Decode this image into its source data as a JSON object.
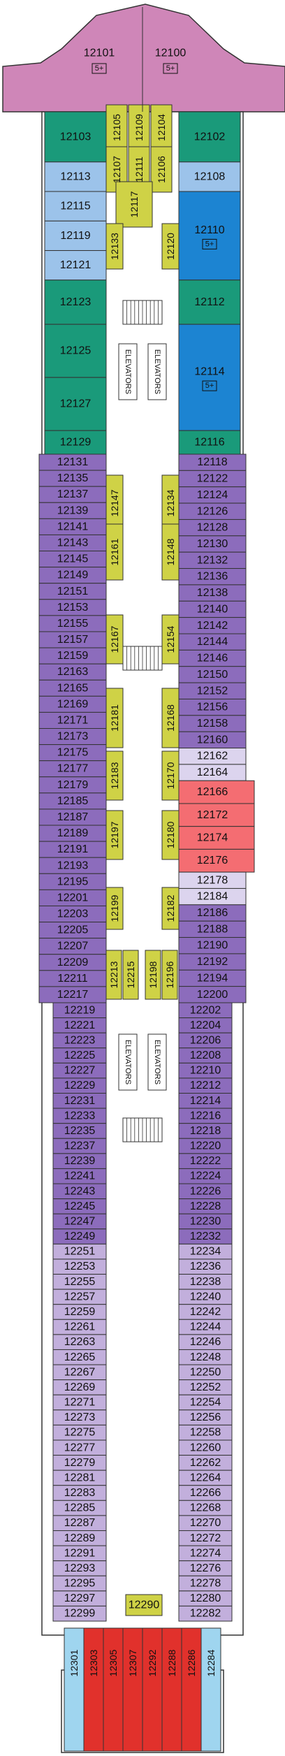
{
  "badges": {
    "five_plus": "5+"
  },
  "elevators_label": "ELEVATORS",
  "colors": {
    "hull": "#cf86b8",
    "teal": "#1a9a7a",
    "lightblue": "#9cc3ea",
    "blue": "#1c84d2",
    "purple": "#8c6cbc",
    "lilac": "#c2afdc",
    "lightlilac": "#dcd4ee",
    "red": "#f46d72",
    "yellow": "#cfd246",
    "stern": "#e1312c",
    "sternblue": "#9fd5ef",
    "corridor": "#ffffff",
    "outline": "#333333",
    "icon": "#111111"
  },
  "bow_suites": [
    {
      "label": "12101",
      "badge": "5+"
    },
    {
      "label": "12100",
      "badge": "5+"
    }
  ],
  "forward_left": [
    {
      "label": "12103",
      "color": "teal",
      "span": 1.7
    },
    {
      "label": "12113",
      "color": "lightblue",
      "span": 1
    },
    {
      "label": "12115",
      "color": "lightblue",
      "span": 1
    },
    {
      "label": "12119",
      "color": "lightblue",
      "span": 1
    },
    {
      "label": "12121",
      "color": "lightblue",
      "span": 1
    },
    {
      "label": "12123",
      "color": "teal",
      "span": 1.5
    },
    {
      "label": "12125",
      "color": "teal",
      "span": 1.8
    },
    {
      "label": "12127",
      "color": "teal",
      "span": 1.8
    },
    {
      "label": "12129",
      "color": "teal",
      "span": 0.8
    }
  ],
  "forward_right": [
    {
      "label": "12102",
      "color": "teal",
      "span": 1.7
    },
    {
      "label": "12108",
      "color": "lightblue",
      "span": 1
    },
    {
      "label": "12110",
      "color": "blue",
      "span": 3,
      "badge": "5+"
    },
    {
      "label": "12112",
      "color": "teal",
      "span": 1.5
    },
    {
      "label": "12114",
      "color": "blue",
      "span": 3.6,
      "badge": "5+"
    },
    {
      "label": "12116",
      "color": "teal",
      "span": 0.8
    }
  ],
  "mid_left": [
    "12131",
    "12135",
    "12137",
    "12139",
    "12141",
    "12143",
    "12145",
    "12149",
    "12151",
    "12153",
    "12155",
    "12157",
    "12159",
    "12163",
    "12165",
    "12169",
    "12171",
    "12173",
    "12175",
    "12177",
    "12179",
    "12185",
    "12187",
    "12189",
    "12191",
    "12193",
    "12195",
    "12201",
    "12203",
    "12205",
    "12207",
    "12209",
    "12211",
    "12217"
  ],
  "mid_right": [
    {
      "label": "12118",
      "color": "purple"
    },
    {
      "label": "12122",
      "color": "purple"
    },
    {
      "label": "12124",
      "color": "purple"
    },
    {
      "label": "12126",
      "color": "purple"
    },
    {
      "label": "12128",
      "color": "purple"
    },
    {
      "label": "12130",
      "color": "purple"
    },
    {
      "label": "12132",
      "color": "purple"
    },
    {
      "label": "12136",
      "color": "purple"
    },
    {
      "label": "12138",
      "color": "purple"
    },
    {
      "label": "12140",
      "color": "purple"
    },
    {
      "label": "12142",
      "color": "purple"
    },
    {
      "label": "12144",
      "color": "purple"
    },
    {
      "label": "12146",
      "color": "purple"
    },
    {
      "label": "12150",
      "color": "purple"
    },
    {
      "label": "12152",
      "color": "purple"
    },
    {
      "label": "12156",
      "color": "purple"
    },
    {
      "label": "12158",
      "color": "purple"
    },
    {
      "label": "12160",
      "color": "purple"
    },
    {
      "label": "12162",
      "color": "lightlilac"
    },
    {
      "label": "12164",
      "color": "lightlilac"
    },
    {
      "label": "12166",
      "color": "red",
      "span": 1.4
    },
    {
      "label": "12172",
      "color": "red",
      "span": 1.4
    },
    {
      "label": "12174",
      "color": "red",
      "span": 1.4
    },
    {
      "label": "12176",
      "color": "red",
      "span": 1.4
    },
    {
      "label": "12178",
      "color": "lightlilac"
    },
    {
      "label": "12184",
      "color": "lightlilac"
    },
    {
      "label": "12186",
      "color": "purple"
    },
    {
      "label": "12188",
      "color": "purple"
    },
    {
      "label": "12190",
      "color": "purple"
    },
    {
      "label": "12192",
      "color": "purple"
    },
    {
      "label": "12194",
      "color": "purple"
    },
    {
      "label": "12200",
      "color": "purple"
    }
  ],
  "aft_left": [
    "12219",
    "12221",
    "12223",
    "12225",
    "12227",
    "12229",
    "12231",
    "12233",
    "12235",
    "12237",
    "12239",
    "12241",
    "12243",
    "12245",
    "12247",
    "12249",
    "12251",
    "12253",
    "12255",
    "12257",
    "12259",
    "12261",
    "12263",
    "12265",
    "12267",
    "12269",
    "12271",
    "12273",
    "12275",
    "12277",
    "12279",
    "12281",
    "12283",
    "12285",
    "12287",
    "12289",
    "12291",
    "12293",
    "12295",
    "12297",
    "12299"
  ],
  "aft_right": [
    "12202",
    "12204",
    "12206",
    "12208",
    "12210",
    "12212",
    "12214",
    "12216",
    "12218",
    "12220",
    "12222",
    "12224",
    "12226",
    "12228",
    "12230",
    "12232",
    "12234",
    "12236",
    "12238",
    "12240",
    "12242",
    "12244",
    "12246",
    "12248",
    "12250",
    "12252",
    "12254",
    "12256",
    "12258",
    "12260",
    "12262",
    "12264",
    "12266",
    "12268",
    "12270",
    "12272",
    "12274",
    "12276",
    "12278",
    "12280",
    "12282"
  ],
  "inner_cabins": [
    [
      "12105",
      "12109",
      "12104"
    ],
    [
      "12107",
      "12111",
      "12106"
    ],
    [
      "12117"
    ],
    [
      "12133",
      "12120"
    ],
    [
      "12147",
      "12134"
    ],
    [
      "12161",
      "12148"
    ],
    [
      "12167",
      "12154"
    ],
    [
      "12181",
      "12168"
    ],
    [
      "12183",
      "12170"
    ],
    [
      "12197",
      "12180"
    ],
    [
      "12199",
      "12182"
    ],
    [
      "12213",
      "12215",
      "12198",
      "12196"
    ]
  ],
  "corridor_cabin": "12290",
  "stern_cabins": [
    "12301",
    "12303",
    "12305",
    "12307",
    "12292",
    "12288",
    "12286",
    "12284"
  ]
}
